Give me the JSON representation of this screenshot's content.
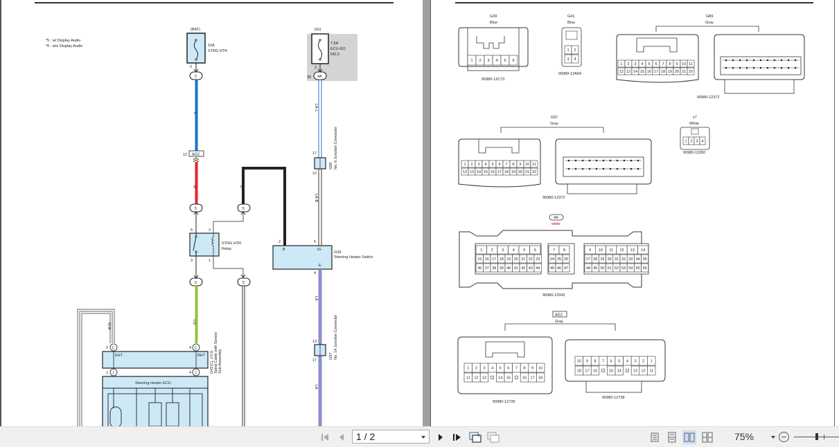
{
  "document": {
    "left_page": {
      "notes": [
        "*5 : w/ Display Audio",
        "*6 : w/o Display Audio"
      ],
      "fuse_strg": {
        "supply": "(BAT)",
        "rating": "10A",
        "name": "STRG HTR",
        "pin": "2",
        "conn": "2"
      },
      "fuse_ecu": {
        "supply": "(IG)",
        "rating": "7.5A",
        "name": "ECU-IG1",
        "name2": "NO.3",
        "pin": "2",
        "conn_pin": "35",
        "conn": "4A"
      },
      "wires": {
        "L": "L",
        "R": "R",
        "B": "B",
        "LG": "LG",
        "WB": "W-B",
        "LAL": "LA-L",
        "LAB": "LA-B",
        "LA1": "LA",
        "LA2": "LA"
      },
      "ag2": {
        "pin": "12",
        "label": "AG2"
      },
      "connector_5": "5",
      "relay": {
        "name": "STRG HTR",
        "name2": "Relay",
        "pin5": "5",
        "pin2": "2",
        "pin3": "3",
        "pin1": "1"
      },
      "g89": {
        "pin_top": "17",
        "pin_bot": "12",
        "label": "G89",
        "label2": "No. 6 Junction Connector"
      },
      "g97": {
        "pin_top": "13",
        "pin_bot": "17",
        "label": "G97",
        "label2": "No. 14 Junction Connector"
      },
      "switch": {
        "id": "G39",
        "name": "Steering Heater Switch",
        "pin_b": "2",
        "term_b": "B",
        "pin_ig": "5",
        "term_ig": "IG",
        "term_e": "E",
        "pin_e": "4"
      },
      "spiral": {
        "id": "G41(C), z7(J)",
        "name": "Spiral Cable with Sensor",
        "name2": "Sub-Assembly",
        "c_pin_left": "2",
        "c_pin_right": "4",
        "c": "C",
        "j": "J",
        "j_pin_left": "1",
        "j_pin_right": "4",
        "eht": "EHT",
        "bht": "BHT"
      },
      "ecu": {
        "name": "Steering Heater ECU"
      }
    },
    "right_page": {
      "g39": {
        "id": "G39",
        "color": "Blue",
        "pins": [
          "1",
          "2",
          "3",
          "4",
          "5",
          "6"
        ],
        "part": "90980-12C73"
      },
      "g41": {
        "id": "G41",
        "color": "Blue",
        "pins": [
          "1",
          "2",
          "3",
          "4"
        ],
        "part": "90980-12A94"
      },
      "g89": {
        "id": "G89",
        "color": "Gray",
        "row1": [
          "1",
          "2",
          "3",
          "4",
          "5",
          "6",
          "7",
          "8",
          "9",
          "10",
          "11"
        ],
        "row2": [
          "12",
          "13",
          "14",
          "15",
          "16",
          "17",
          "18",
          "19",
          "20",
          "21",
          "22"
        ],
        "part": "90980-12372"
      },
      "g97": {
        "id": "G97",
        "color": "Gray",
        "row1": [
          "1",
          "2",
          "3",
          "4",
          "5",
          "6",
          "7",
          "8",
          "9",
          "10",
          "11"
        ],
        "row2": [
          "12",
          "13",
          "14",
          "15",
          "16",
          "17",
          "18",
          "19",
          "20",
          "21",
          "22"
        ],
        "part": "90980-12372"
      },
      "z7": {
        "id": "z7",
        "color": "White",
        "pins": [
          "1",
          "2",
          "3",
          "4"
        ],
        "part": "90980-11950"
      },
      "c4a": {
        "id": "4A",
        "color": "white",
        "part": "90980-12943",
        "blockA_row1": [
          "1",
          "2",
          "3",
          "4",
          "5",
          "6"
        ],
        "blockA_row2": [
          "15",
          "16",
          "17",
          "18",
          "19",
          "20",
          "21",
          "22",
          "23"
        ],
        "blockA_row3": [
          "36",
          "37",
          "38",
          "39",
          "40",
          "41",
          "42",
          "43",
          "44"
        ],
        "blockB_row1": [
          "7",
          "8"
        ],
        "blockB_row2": [
          "24",
          "25",
          "26"
        ],
        "blockB_row3": [
          "45",
          "46",
          "47"
        ],
        "blockC_row1": [
          "9",
          "10",
          "11",
          "12",
          "13",
          "14"
        ],
        "blockC_row2": [
          "27",
          "28",
          "29",
          "30",
          "31",
          "32",
          "33",
          "34",
          "35"
        ],
        "blockC_row3": [
          "48",
          "49",
          "50",
          "51",
          "52",
          "53",
          "54",
          "55",
          "56"
        ]
      },
      "ag2": {
        "id": "AG2",
        "color": "Gray",
        "left_row1": [
          "1",
          "2",
          "3",
          "4",
          "5",
          "6",
          "7",
          "8",
          "9",
          "10"
        ],
        "left_row2": [
          "11",
          "12",
          "13",
          "",
          "14",
          "15",
          "",
          "16",
          "17",
          "18"
        ],
        "left_part": "90980-12739",
        "right_row1": [
          "10",
          "9",
          "8",
          "7",
          "6",
          "5",
          "4",
          "3",
          "2",
          "1"
        ],
        "right_row2": [
          "18",
          "17",
          "16",
          "",
          "15",
          "14",
          "",
          "13",
          "12",
          "11"
        ],
        "right_part": "90980-12738"
      }
    }
  },
  "toolbar": {
    "page_value": "1 / 2",
    "zoom": "75%",
    "zoom_level": 0.75
  },
  "colors": {
    "wire_L": "#1a73c8",
    "wire_R": "#e8232f",
    "wire_LG": "#8cc63e",
    "wire_LA": "#8a8fcf",
    "box_fill": "#cde9f7"
  }
}
